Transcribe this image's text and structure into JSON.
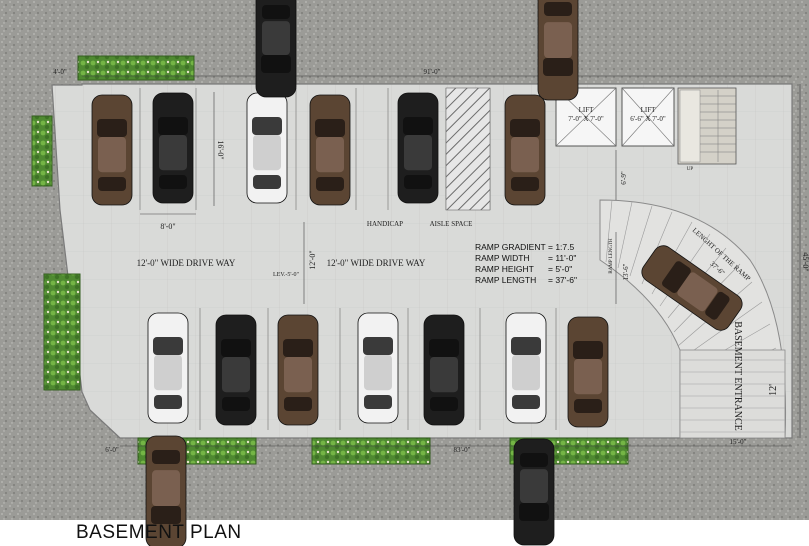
{
  "title": "BASEMENT PLAN",
  "labels": {
    "dim_top": "91'-0\"",
    "dim_top_left": "4'-0\"",
    "dim_stall_depth": "16'-0\"",
    "dim_stall_width": "8'-0\"",
    "dim_drive_v": "12'-0\"",
    "dim_ramp_side": "6'-9\"",
    "dim_ramp_mid": "13'-6\"",
    "dim_right": "45'-0\"",
    "dim_bottom": "83'-0\"",
    "dim_bottom_left": "6'-0\"",
    "dim_bottom_right": "15'-0\"",
    "dim_entrance": "12'",
    "drive_left": "12'-0\" WIDE DRIVE WAY",
    "drive_mid": "12'-0\" WIDE DRIVE WAY",
    "level": "LEV.-5'-0\"",
    "handicap": "HANDICAP",
    "aisle": "AISLE SPACE",
    "lift1_name": "LIFT",
    "lift1_size": "7'-0\" X 7'-0\"",
    "lift2_name": "LIFT",
    "lift2_size": "6'-6\" X 7'-0\"",
    "stair_up": "UP",
    "ramp_length_v": "RAMP LENGTH",
    "ramp_curve": "LENGHT OF THE RAMP",
    "ramp_curve_len": "37'-6\"",
    "entrance": "BASEMENT ENTRANCE"
  },
  "ramp_specs": [
    {
      "k": "RAMP GRADIENT",
      "v": "= 1:7.5"
    },
    {
      "k": "RAMP WIDTH",
      "v": "= 11'-0\""
    },
    {
      "k": "RAMP HEIGHT",
      "v": "= 5'-0\""
    },
    {
      "k": "RAMP LENGTH",
      "v": "= 37'-6\""
    }
  ],
  "colors": {
    "gravel": "#9a9a96",
    "floor": "#d7d8d6",
    "white_car": "#f2f2f2",
    "black_car": "#1e1e1e",
    "brown_car": "#5b4533",
    "planter": "#5f9a3a"
  }
}
